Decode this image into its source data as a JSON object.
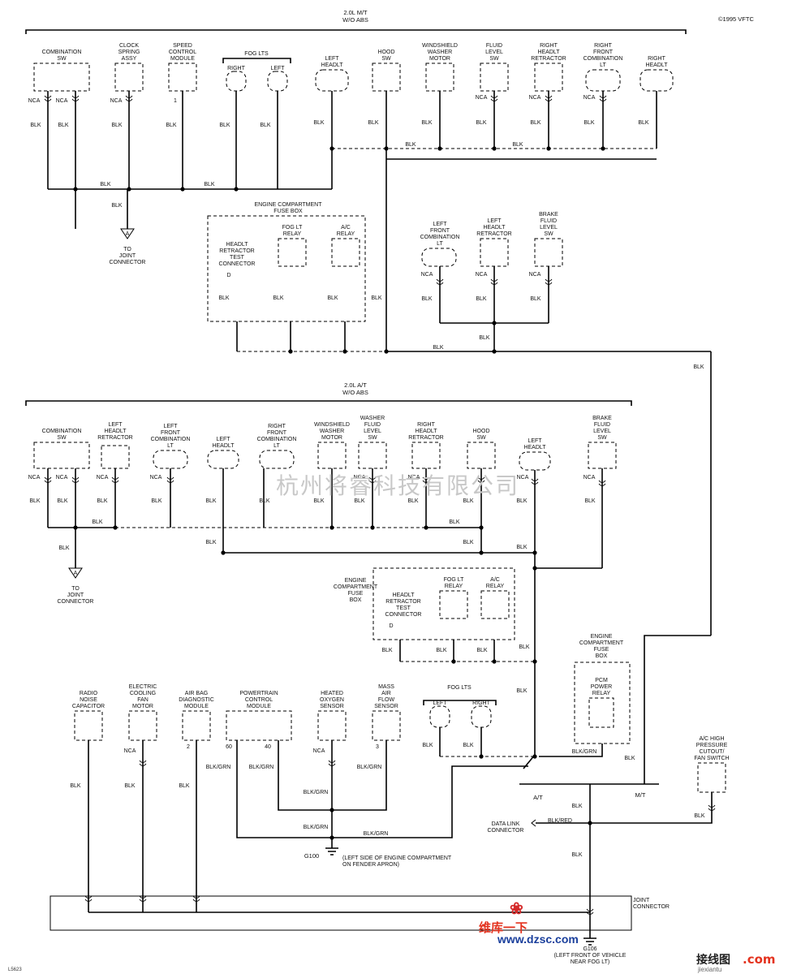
{
  "copyright": "©1995 VFTC",
  "sheet_ref": "L5623",
  "sections": {
    "mt": {
      "line1": "2.0L M/T",
      "line2": "W/O ABS"
    },
    "at": {
      "line1": "2.0L A/T",
      "line2": "W/O ABS"
    }
  },
  "wire_colors": {
    "blk": "BLK",
    "blk_grn": "BLK/GRN",
    "blk_red": "BLK/RED"
  },
  "pins": {
    "nca": "NCA",
    "p1": "1",
    "pd": "D",
    "p2": "2",
    "p60": "60",
    "p40": "40",
    "p3": "3"
  },
  "mt_components": [
    [
      "COMBINATION",
      "SW"
    ],
    [
      "CLOCK",
      "SPRING",
      "ASSY"
    ],
    [
      "SPEED",
      "CONTROL",
      "MODULE"
    ],
    [
      "FOG LTS"
    ],
    [
      "RIGHT"
    ],
    [
      "LEFT"
    ],
    [
      "LEFT",
      "HEADLT"
    ],
    [
      "HOOD",
      "SW"
    ],
    [
      "WINDSHIELD",
      "WASHER",
      "MOTOR"
    ],
    [
      "FLUID",
      "LEVEL",
      "SW"
    ],
    [
      "RIGHT",
      "HEADLT",
      "RETRACTOR"
    ],
    [
      "RIGHT",
      "FRONT",
      "COMBINATION",
      "LT"
    ],
    [
      "RIGHT",
      "HEADLT"
    ]
  ],
  "to_joint": [
    "TO",
    "JOINT",
    "CONNECTOR"
  ],
  "ecfb_title": [
    "ENGINE COMPARTMENT",
    "FUSE BOX"
  ],
  "mt_fuse": [
    [
      "HEADLT",
      "RETRACTOR",
      "TEST",
      "CONNECTOR"
    ],
    [
      "FOG LT",
      "RELAY"
    ],
    [
      "A/C",
      "RELAY"
    ]
  ],
  "mt_right": [
    [
      "LEFT",
      "FRONT",
      "COMBINATION",
      "LT"
    ],
    [
      "LEFT",
      "HEADLT",
      "RETRACTOR"
    ],
    [
      "BRAKE",
      "FLUID",
      "LEVEL",
      "SW"
    ]
  ],
  "at_components": [
    [
      "COMBINATION",
      "SW"
    ],
    [
      "LEFT",
      "HEADLT",
      "RETRACTOR"
    ],
    [
      "LEFT",
      "FRONT",
      "COMBINATION",
      "LT"
    ],
    [
      "LEFT",
      "HEADLT"
    ],
    [
      "RIGHT",
      "FRONT",
      "COMBINATION",
      "LT"
    ],
    [
      "WINDSHIELD",
      "WASHER",
      "MOTOR"
    ],
    [
      "WASHER",
      "FLUID",
      "LEVEL",
      "SW"
    ],
    [
      "RIGHT",
      "HEADLT",
      "RETRACTOR"
    ],
    [
      "HOOD",
      "SW"
    ],
    [
      "LEFT",
      "HEADLT"
    ],
    [
      "BRAKE",
      "FLUID",
      "LEVEL",
      "SW"
    ]
  ],
  "at_fuse_title": [
    "ENGINE",
    "COMPARTMENT",
    "FUSE",
    "BOX"
  ],
  "at_fuse": [
    [
      "HEADLT",
      "RETRACTOR",
      "TEST",
      "CONNECTOR"
    ],
    [
      "FOG LT",
      "RELAY"
    ],
    [
      "A/C",
      "RELAY"
    ]
  ],
  "pcm_box_title": [
    "ENGINE",
    "COMPARTMENT",
    "FUSE",
    "BOX"
  ],
  "pcm_relay": [
    "PCM",
    "POWER",
    "RELAY"
  ],
  "bottom_components": [
    [
      "RADIO",
      "NOISE",
      "CAPACITOR"
    ],
    [
      "ELECTRIC",
      "COOLING",
      "FAN",
      "MOTOR"
    ],
    [
      "AIR BAG",
      "DIAGNOSTIC",
      "MODULE"
    ],
    [
      "POWERTRAIN",
      "CONTROL",
      "MODULE"
    ],
    [
      "HEATED",
      "OXYGEN",
      "SENSOR"
    ],
    [
      "MASS",
      "AIR",
      "FLOW",
      "SENSOR"
    ]
  ],
  "fog_lts": [
    "FOG LTS"
  ],
  "fog_left": [
    "LEFT"
  ],
  "fog_right": [
    "RIGHT"
  ],
  "ac_switch": [
    "A/C HIGH",
    "PRESSURE",
    "CUTOUT/",
    "FAN SWITCH"
  ],
  "data_link": [
    "DATA LINK",
    "CONNECTOR"
  ],
  "at_label": "A/T",
  "mt_label": "M/T",
  "g100": "G100",
  "g100_note": [
    "(LEFT SIDE OF ENGINE COMPARTMENT",
    "ON FENDER APRON)"
  ],
  "joint_connector": [
    "JOINT",
    "CONNECTOR"
  ],
  "g106": [
    "G106",
    "(LEFT FRONT OF VEHICLE",
    "NEAR FOG LT)"
  ],
  "watermark": "杭州将睿科技有限公司",
  "site_logo": {
    "cn1": "维库一下",
    "url": "www.dzsc.com",
    "cn2": "接线图",
    "dot_com": ".com",
    "sub": "jiexiantu"
  }
}
